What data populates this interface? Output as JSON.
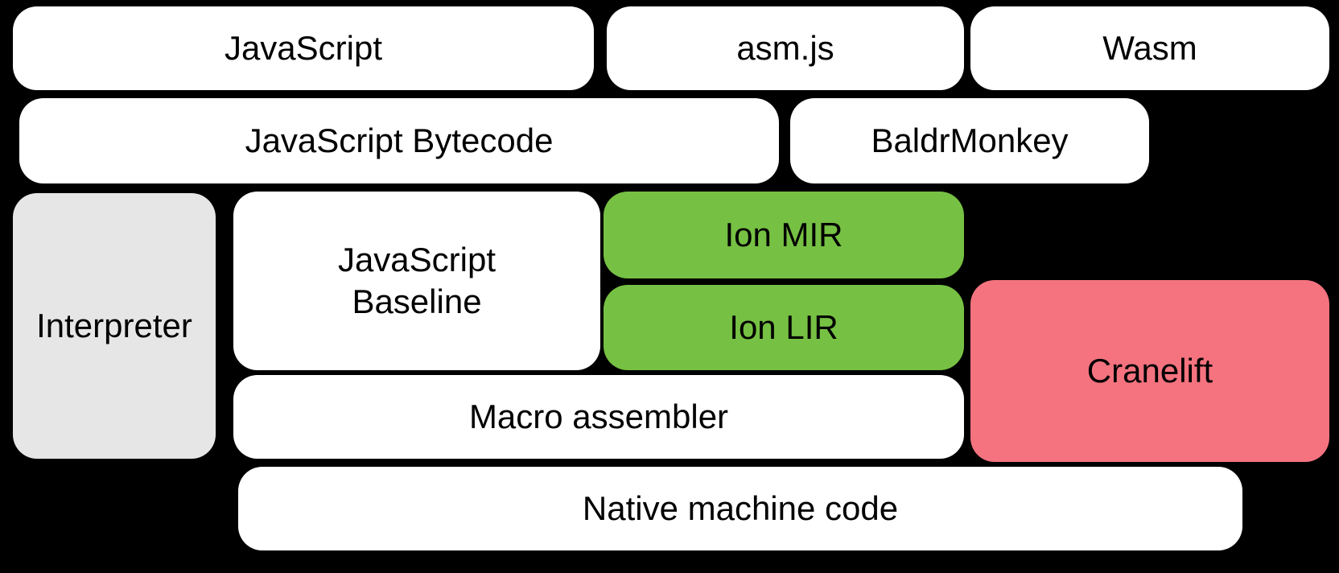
{
  "colors": {
    "background": "#000000",
    "block_default": "#ffffff",
    "interpreter_gray": "#e6e6e6",
    "ion_green": "#76c043",
    "cranelift_pink": "#f4737f",
    "text": "#000000"
  },
  "blocks": {
    "javascript": {
      "label": "JavaScript"
    },
    "asmjs": {
      "label": "asm.js"
    },
    "wasm": {
      "label": "Wasm"
    },
    "bytecode": {
      "label": "JavaScript Bytecode"
    },
    "baldrmonkey": {
      "label": "BaldrMonkey"
    },
    "interpreter": {
      "label": "Interpreter"
    },
    "baseline": {
      "label": "JavaScript Baseline"
    },
    "ion_mir": {
      "label": "Ion MIR"
    },
    "ion_lir": {
      "label": "Ion LIR"
    },
    "cranelift": {
      "label": "Cranelift"
    },
    "macro_assembler": {
      "label": "Macro assembler"
    },
    "native": {
      "label": "Native machine code"
    }
  }
}
